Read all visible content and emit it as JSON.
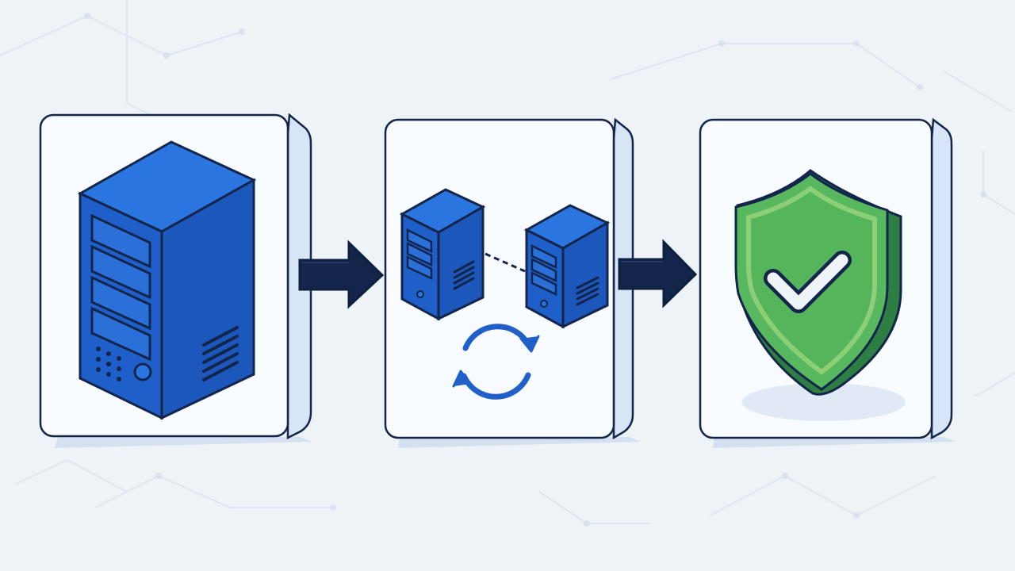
{
  "colors": {
    "background": "#eef3f8",
    "card_fill": "#f8fbff",
    "card_outline": "#13254a",
    "card_side": "#dce7f5",
    "server_blue": "#1f5fc9",
    "server_dark": "#163f91",
    "server_light": "#2a75df",
    "arrow_navy": "#13254a",
    "sync_blue": "#2160c8",
    "shield_green": "#58b85f",
    "shield_dark": "#2d7e43",
    "shield_light": "#8ccf76",
    "check_white": "#eef4f8"
  },
  "diagram": {
    "steps": [
      {
        "id": "step-1",
        "icon": "server-tower-icon"
      },
      {
        "id": "step-2",
        "icon": "replicated-servers-sync-icon"
      },
      {
        "id": "step-3",
        "icon": "shield-check-icon"
      }
    ],
    "connectors": [
      {
        "from": "step-1",
        "to": "step-2",
        "icon": "right-arrow-icon"
      },
      {
        "from": "step-2",
        "to": "step-3",
        "icon": "right-arrow-icon"
      }
    ]
  }
}
